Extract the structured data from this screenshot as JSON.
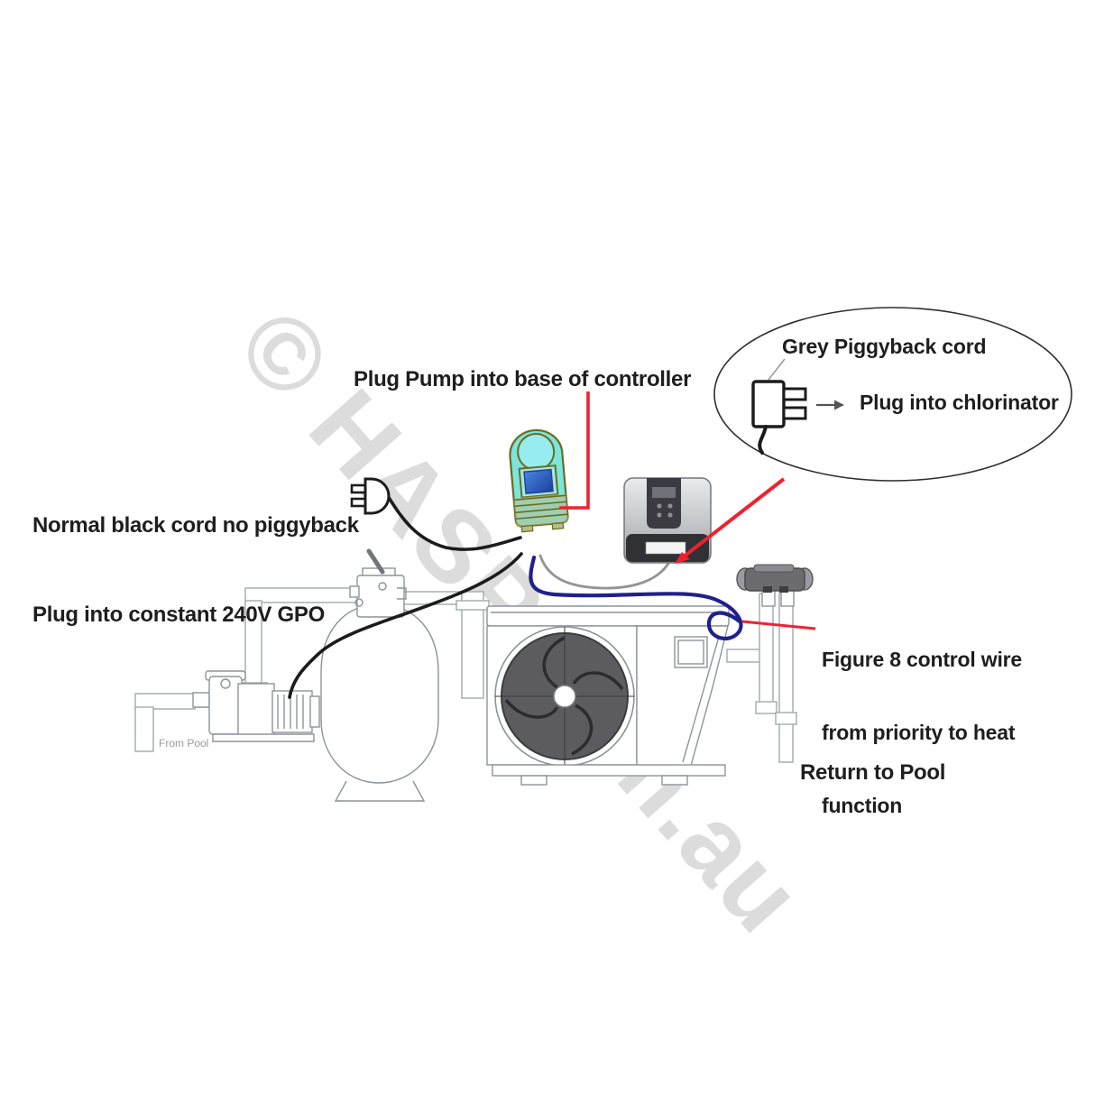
{
  "diagram": {
    "annotations": {
      "plug_pump": "Plug Pump into base of controller",
      "normal_cord": [
        "Normal black cord no piggyback",
        "Plug into constant 240V GPO"
      ],
      "bubble": {
        "title": "Grey Piggyback cord",
        "action": "Plug into chlorinator"
      },
      "figure8": [
        "Figure 8 control wire",
        "from priority to heat",
        "function"
      ],
      "return_to_pool": "Return to Pool",
      "from_pool": "From Pool"
    },
    "watermark": "© HASP.com.au",
    "icons": {
      "black_plug": "black-plug-icon",
      "piggyback_plug": "piggyback-plug-icon",
      "arrow_right": "arrow-right-icon"
    },
    "colors": {
      "annotation_red": "#f0212f",
      "control_wire_blue": "#20208c",
      "cord_black": "#1c1c1c",
      "grey_wire": "#949494",
      "outline_grey": "#a7adb4",
      "controller_body_teal": "#7ce5dc",
      "controller_screen_blue": "#2f6fd0",
      "watermark_grey": "#bdbdbd"
    }
  }
}
